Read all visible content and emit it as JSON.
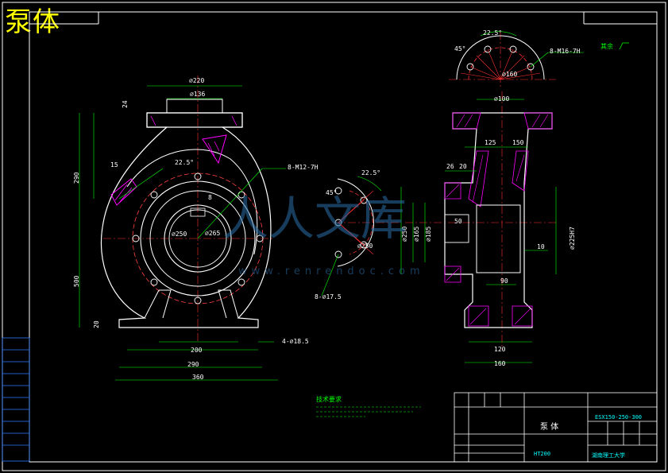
{
  "title": "泵体",
  "dims_front": {
    "d220": "⌀220",
    "d136": "⌀136",
    "t24": "24",
    "h290": "290",
    "h500": "500",
    "h20": "20",
    "w200": "200",
    "w290": "290",
    "w360": "360",
    "bolt": "8-M12-7H",
    "holes": "4-⌀18.5",
    "a225": "22.5°",
    "r15": "15",
    "d250": "⌀250",
    "d265": "⌀265",
    "n8": "8"
  },
  "dims_flange": {
    "a225": "22.5°",
    "a45": "45°",
    "d160": "⌀160",
    "d100": "⌀100",
    "bolt": "8-M16-7H"
  },
  "dims_left": {
    "a225": "22.5°",
    "a45": "45°",
    "holes": "8-⌀17.5",
    "d250": "⌀250"
  },
  "dims_side": {
    "w125": "125",
    "w150": "150",
    "w26": "26",
    "w20": "20",
    "w50": "50",
    "d250": "⌀250",
    "d165": "⌀165",
    "d185": "⌀185",
    "d90": "90",
    "d225": "⌀225H7",
    "d10": "10",
    "w120": "120",
    "w160": "160"
  },
  "watermark": "人人文库",
  "watermark_url": "www.renrendoc.com",
  "tech_req": "技术要求",
  "tb_name": "泵  体",
  "tb_code": "ESX150-250-300",
  "tb_school": "湖南理工大学",
  "tb_material": "HT200",
  "roughness": "其余"
}
